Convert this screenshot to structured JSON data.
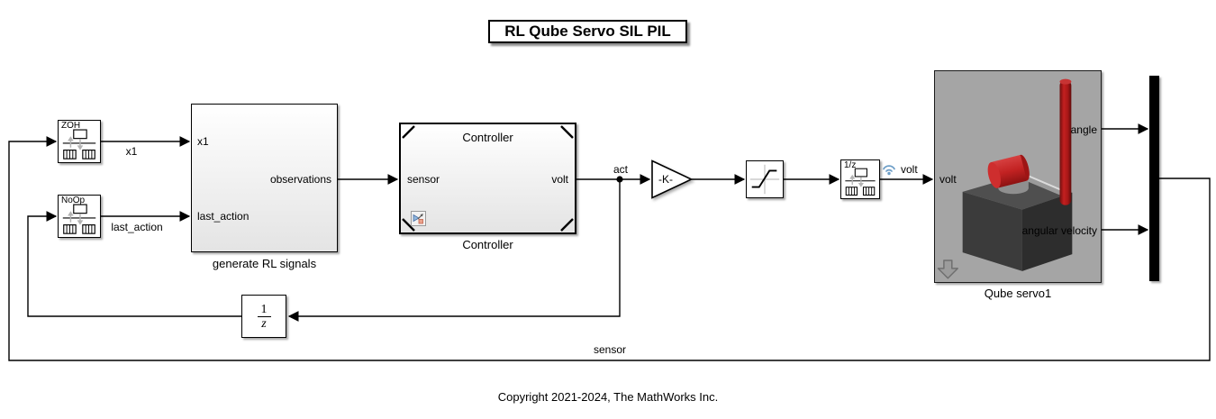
{
  "title": {
    "text": "RL Qube Servo SIL PIL"
  },
  "footer": {
    "copyright": "Copyright 2021-2024, The MathWorks Inc."
  },
  "blocks": {
    "zoh": {
      "label": "ZOH"
    },
    "noop": {
      "label": "NoOp"
    },
    "generate_rl_signals": {
      "name": "generate RL signals",
      "ports": {
        "x1": "x1",
        "last_action": "last_action",
        "observations": "observations"
      }
    },
    "controller": {
      "title": "Controller",
      "name": "Controller",
      "ports": {
        "sensor": "sensor",
        "volt": "volt"
      }
    },
    "gain": {
      "label": "-K-"
    },
    "rate_transition_volt": {
      "label": "1/z"
    },
    "unit_delay": {
      "numerator": "1",
      "denominator": "z"
    },
    "qube_servo": {
      "name": "Qube servo1",
      "ports": {
        "volt": "volt",
        "angle": "angle",
        "angular_velocity": "angular velocity"
      }
    }
  },
  "signal_labels": {
    "x1": "x1",
    "last_action": "last_action",
    "act": "act",
    "volt": "volt",
    "sensor": "sensor"
  },
  "colors": {
    "qube_background": "#a5a5a5",
    "cube_dark": "#3a3a3a",
    "rod_red": "#b91c1c",
    "hub_red": "#c62b2b",
    "wireless_icon_blue": "#6d9ec7",
    "rate_icon_gray": "#b3b3b3"
  }
}
